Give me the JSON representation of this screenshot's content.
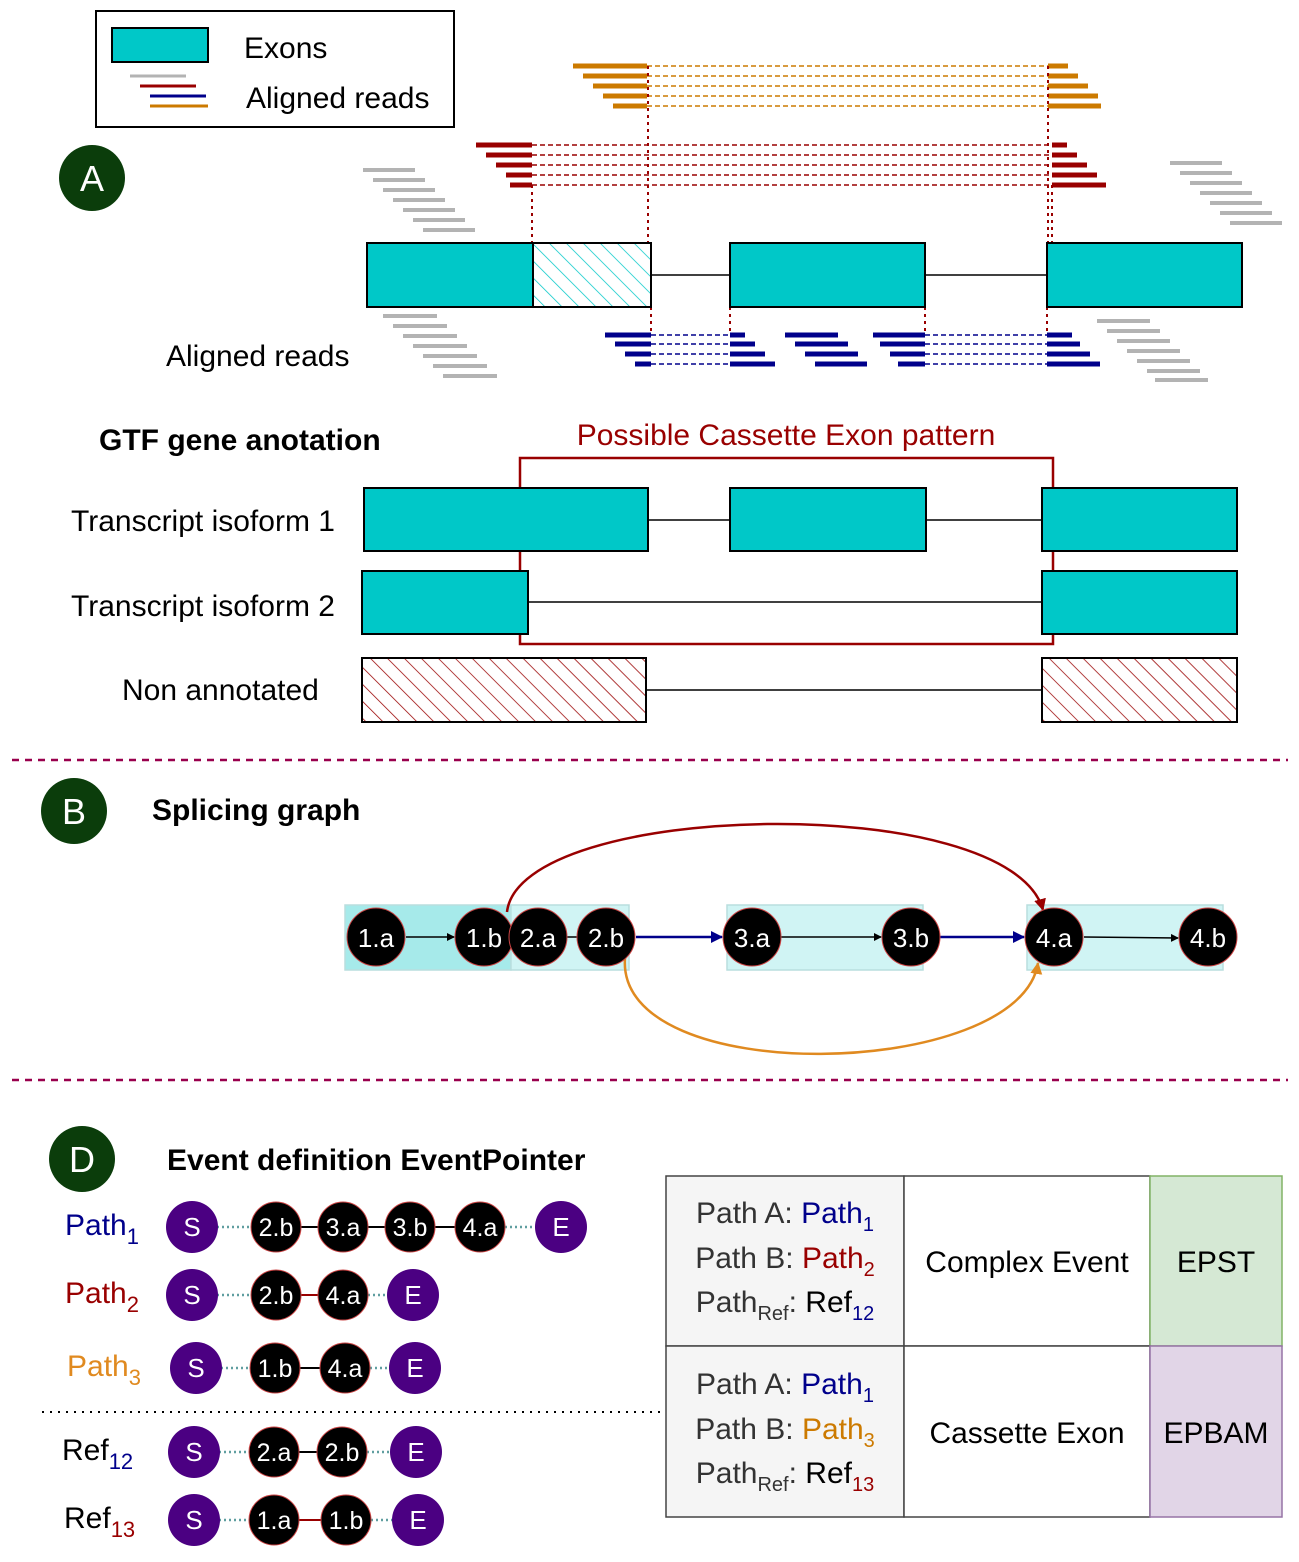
{
  "colors": {
    "exon": "#00c8c8",
    "grey_read": "#b3b3b3",
    "red": "#990000",
    "blue": "#00008b",
    "orange": "#cc7a00",
    "panel_dark": "#0b3d0b",
    "node_purple": "#4b0082",
    "epst_green": "#d5e8d4",
    "epbam_purple": "#e1d5e7",
    "divider": "#99004d"
  },
  "legend": {
    "exons_label": "Exons",
    "reads_label": "Aligned reads"
  },
  "panelA": {
    "badge": "A",
    "aligned_reads_label": "Aligned reads",
    "gtf_title": "GTF gene anotation",
    "cassette_label": "Possible Cassette Exon pattern",
    "isoform1": "Transcript isoform 1",
    "isoform2": "Transcript isoform 2",
    "non_annotated": "Non annotated"
  },
  "panelB": {
    "badge": "B",
    "title": "Splicing graph",
    "nodes": [
      "1.a",
      "1.b",
      "2.a",
      "2.b",
      "3.a",
      "3.b",
      "4.a",
      "4.b"
    ]
  },
  "panelD": {
    "badge": "D",
    "title": "Event definition EventPointer",
    "paths": [
      {
        "name": "Path",
        "sub": "1",
        "color": "blue",
        "nodes": [
          "S",
          "2.b",
          "3.a",
          "3.b",
          "4.a",
          "E"
        ]
      },
      {
        "name": "Path",
        "sub": "2",
        "color": "red",
        "nodes": [
          "S",
          "2.b",
          "4.a",
          "E"
        ]
      },
      {
        "name": "Path",
        "sub": "3",
        "color": "orange",
        "nodes": [
          "S",
          "1.b",
          "4.a",
          "E"
        ]
      }
    ],
    "refs": [
      {
        "name": "Ref",
        "sub": "12",
        "color": "blue",
        "nodes": [
          "S",
          "2.a",
          "2.b",
          "E"
        ]
      },
      {
        "name": "Ref",
        "sub": "13",
        "color": "red",
        "nodes": [
          "S",
          "1.a",
          "1.b",
          "E"
        ]
      }
    ],
    "table": [
      {
        "pathA_prefix": "Path A: ",
        "pathA_name": "Path",
        "pathA_sub": "1",
        "pathB_prefix": "Path B: ",
        "pathB_name": "Path",
        "pathB_sub": "2",
        "ref_prefix": "Path",
        "ref_prefix_sub": "Ref",
        "ref_name": "Ref",
        "ref_sub": "12",
        "event": "Complex Event",
        "tool": "EPST"
      },
      {
        "pathA_prefix": "Path A: ",
        "pathA_name": "Path",
        "pathA_sub": "1",
        "pathB_prefix": "Path B: ",
        "pathB_name": "Path",
        "pathB_sub": "3",
        "ref_prefix": "Path",
        "ref_prefix_sub": "Ref",
        "ref_name": "Ref",
        "ref_sub": "13",
        "event": "Cassette Exon",
        "tool": "EPBAM"
      }
    ]
  }
}
